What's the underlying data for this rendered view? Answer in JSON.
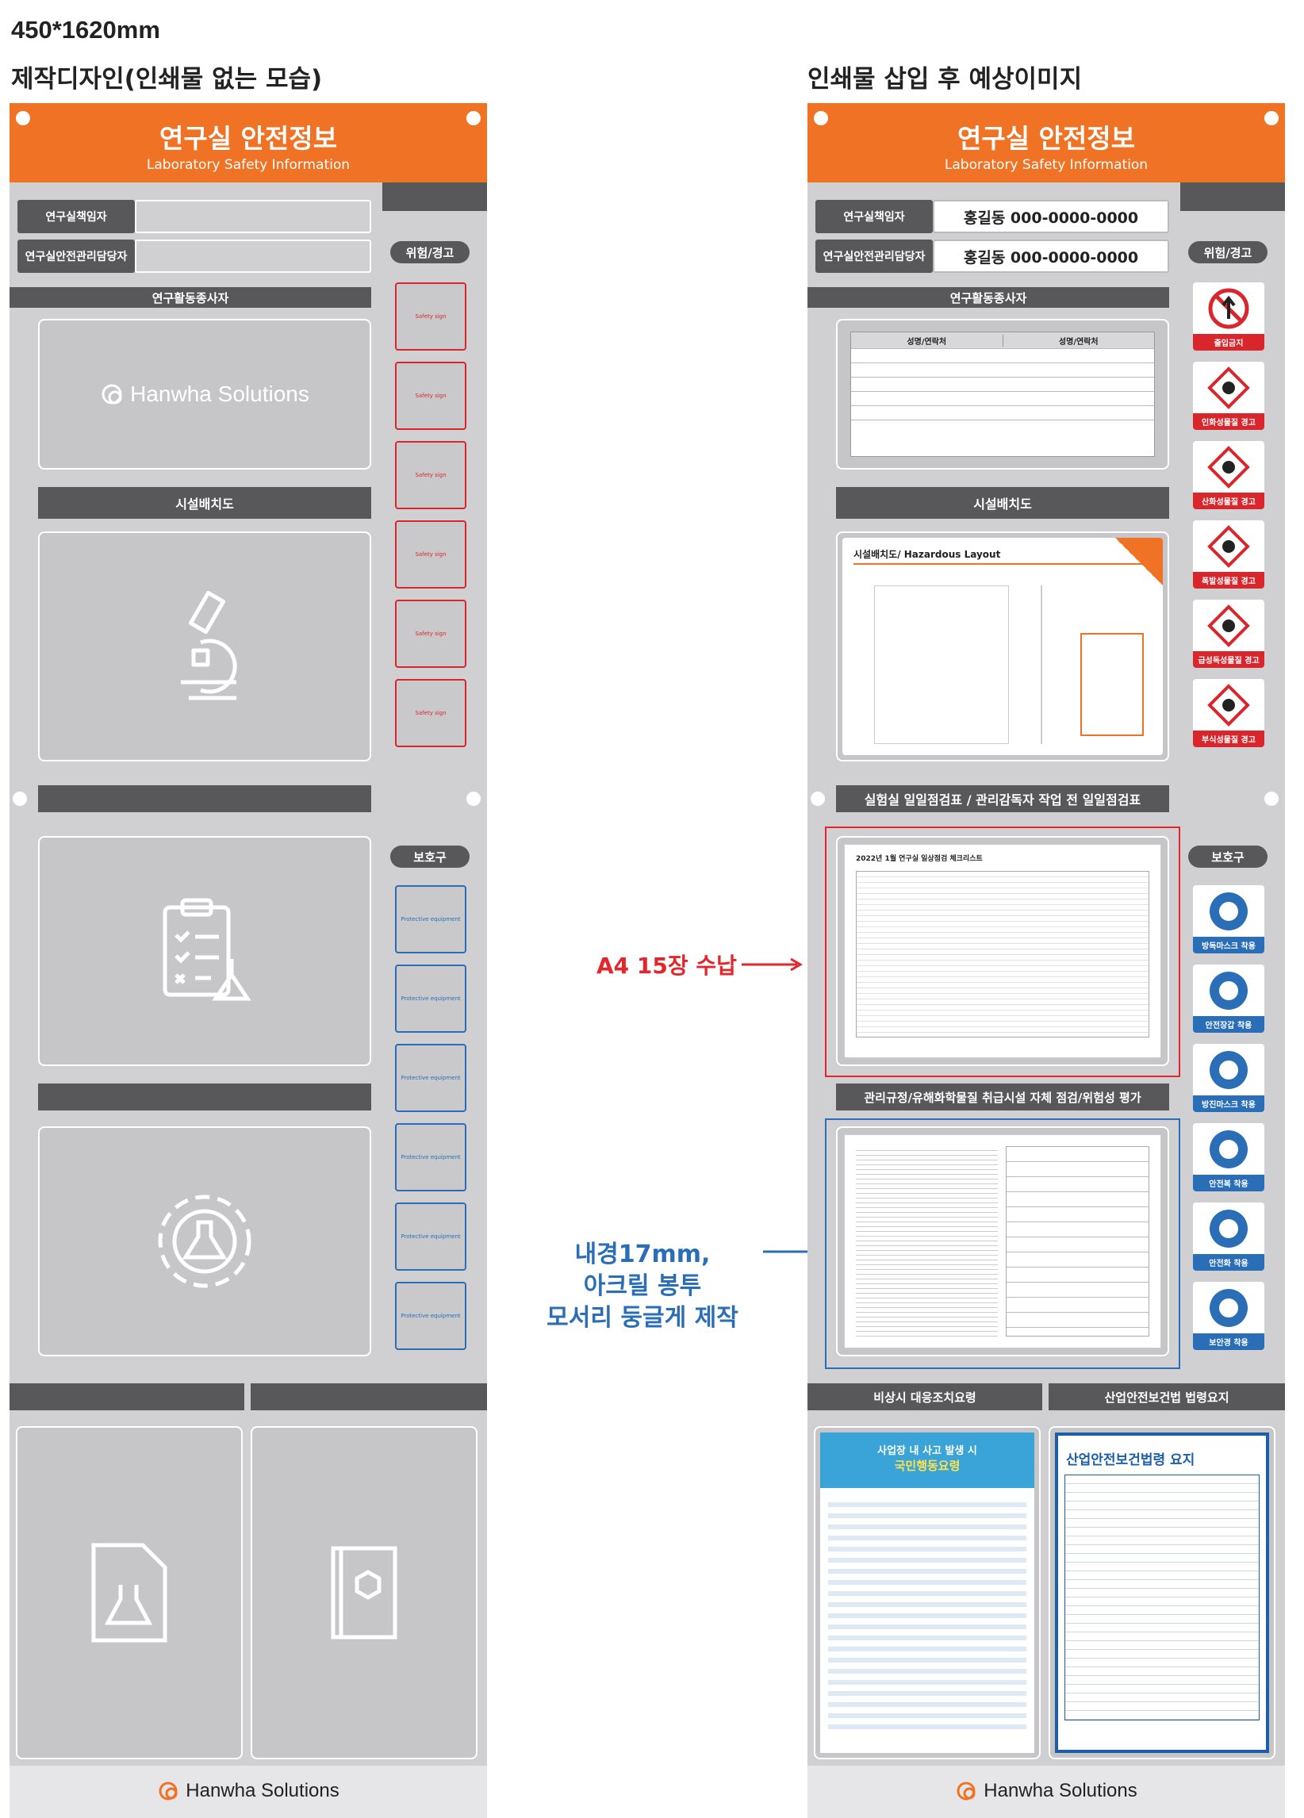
{
  "size_label": "450*1620mm",
  "left_heading": "제작디자인(인쇄물 없는 모습)",
  "right_heading": "인쇄물 삽입 후 예상이미지",
  "board": {
    "title_ko": "연구실 안전정보",
    "title_en": "Laboratory Safety Information",
    "label_manager": "연구실책임자",
    "label_safety_manager": "연구실안전관리담당자",
    "label_workers": "연구활동종사자",
    "label_layout": "시설배치도",
    "label_hazard": "위험/경고",
    "label_protect": "보호구",
    "logo_text": "Hanwha Solutions",
    "watermark": "Hanwha Solutions"
  },
  "left_board": {
    "safety_sign": "Safety sign",
    "protective": "Protective equipment"
  },
  "right_board": {
    "manager_value": "홍길동 000-0000-0000",
    "safety_manager_value": "홍길동 000-0000-0000",
    "workers_table_headers": [
      "성명/연락처",
      "성명/연락처"
    ],
    "layout_doc_title": "시설배치도/ Hazardous Layout",
    "bar_daily": "실험실 일일점검표 / 관리감독자 작업 전 일일점검표",
    "bar_rules": "관리규정/유해화학물질 취급시설 자체 점검/위험성 평가",
    "bar_emergency": "비상시 대응조치요령",
    "bar_law": "산업안전보건법 법령요지",
    "checklist_title": "2022년 1월 연구실 일상점검 체크리스트",
    "emergency_title_1": "사업장 내 사고 발생 시",
    "emergency_title_2": "국민행동요령",
    "law_title": "산업안전보건법령 요지",
    "hazard_signs": [
      {
        "icon": "no-entry-icon",
        "label": "출입금지",
        "color": "#d9262c"
      },
      {
        "icon": "flammable-icon",
        "label": "인화성물질 경고",
        "color": "#d9262c"
      },
      {
        "icon": "oxidizer-icon",
        "label": "산화성물질 경고",
        "color": "#d9262c"
      },
      {
        "icon": "explosive-icon",
        "label": "폭발성물질 경고",
        "color": "#d9262c"
      },
      {
        "icon": "toxic-icon",
        "label": "급성독성물질 경고",
        "color": "#d9262c"
      },
      {
        "icon": "corrosive-icon",
        "label": "부식성물질 경고",
        "color": "#d9262c"
      }
    ],
    "protect_signs": [
      {
        "icon": "gas-mask-icon",
        "label": "방독마스크 착용",
        "color": "#2a6eb8"
      },
      {
        "icon": "gloves-icon",
        "label": "안전장갑 착용",
        "color": "#2a6eb8"
      },
      {
        "icon": "dust-mask-icon",
        "label": "방진마스크 착용",
        "color": "#2a6eb8"
      },
      {
        "icon": "apron-icon",
        "label": "안전복 착용",
        "color": "#2a6eb8"
      },
      {
        "icon": "boots-icon",
        "label": "안전화 착용",
        "color": "#2a6eb8"
      },
      {
        "icon": "goggles-icon",
        "label": "보안경 착용",
        "color": "#2a6eb8"
      }
    ]
  },
  "callouts": {
    "a4": "A4 15장 수납",
    "acrylic_1": "내경17mm,",
    "acrylic_2": "아크릴 봉투",
    "acrylic_3": "모서리 둥글게 제작"
  },
  "colors": {
    "orange": "#f07225",
    "dark": "#58585a",
    "board": "#d0d0d2",
    "red": "#e3262c",
    "blue": "#2a6eb8"
  }
}
